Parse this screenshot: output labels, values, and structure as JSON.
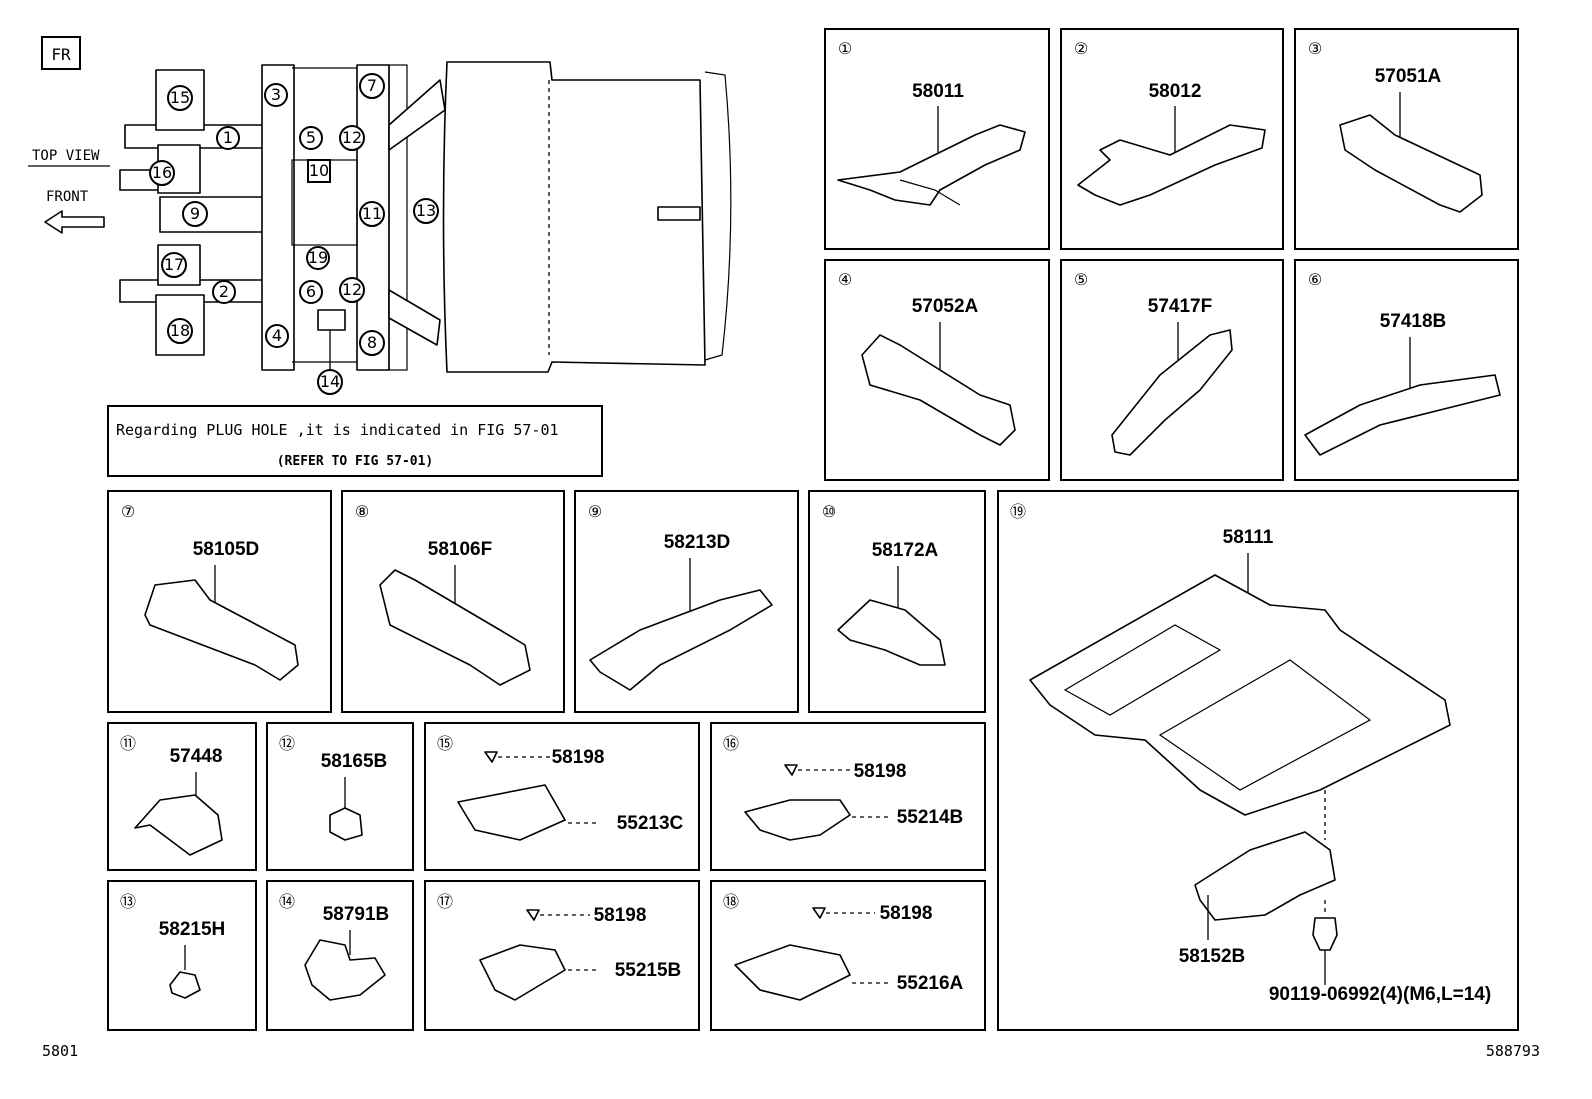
{
  "header": {
    "fr_label": "FR",
    "top_view": "TOP VIEW",
    "front": "FRONT"
  },
  "note": {
    "line1": "Regarding PLUG HOLE ,it is indicated in FIG 57-01",
    "line2": "(REFER TO FIG 57-01)"
  },
  "overview_callouts": [
    "15",
    "1",
    "3",
    "5",
    "7",
    "12",
    "16",
    "10",
    "9",
    "11",
    "13",
    "17",
    "19",
    "2",
    "6",
    "12",
    "18",
    "4",
    "14",
    "8"
  ],
  "panels": [
    {
      "num": "①",
      "parts": [
        "58011"
      ]
    },
    {
      "num": "②",
      "parts": [
        "58012"
      ]
    },
    {
      "num": "③",
      "parts": [
        "57051A"
      ]
    },
    {
      "num": "④",
      "parts": [
        "57052A"
      ]
    },
    {
      "num": "⑤",
      "parts": [
        "57417F"
      ]
    },
    {
      "num": "⑥",
      "parts": [
        "57418B"
      ]
    },
    {
      "num": "⑦",
      "parts": [
        "58105D"
      ]
    },
    {
      "num": "⑧",
      "parts": [
        "58106F"
      ]
    },
    {
      "num": "⑨",
      "parts": [
        "58213D"
      ]
    },
    {
      "num": "⑩",
      "parts": [
        "58172A"
      ]
    },
    {
      "num": "⑲",
      "parts": [
        "58111",
        "58152B",
        "90119-06992(4)(M6,L=14)"
      ]
    },
    {
      "num": "⑪",
      "parts": [
        "57448"
      ]
    },
    {
      "num": "⑫",
      "parts": [
        "58165B"
      ]
    },
    {
      "num": "⑮",
      "parts": [
        "58198",
        "55213C"
      ]
    },
    {
      "num": "⑯",
      "parts": [
        "58198",
        "55214B"
      ]
    },
    {
      "num": "⑬",
      "parts": [
        "58215H"
      ]
    },
    {
      "num": "⑭",
      "parts": [
        "58791B"
      ]
    },
    {
      "num": "⑰",
      "parts": [
        "58198",
        "55215B"
      ]
    },
    {
      "num": "⑱",
      "parts": [
        "58198",
        "55216A"
      ]
    }
  ],
  "footer": {
    "left_code": "5801",
    "right_code": "588793"
  }
}
